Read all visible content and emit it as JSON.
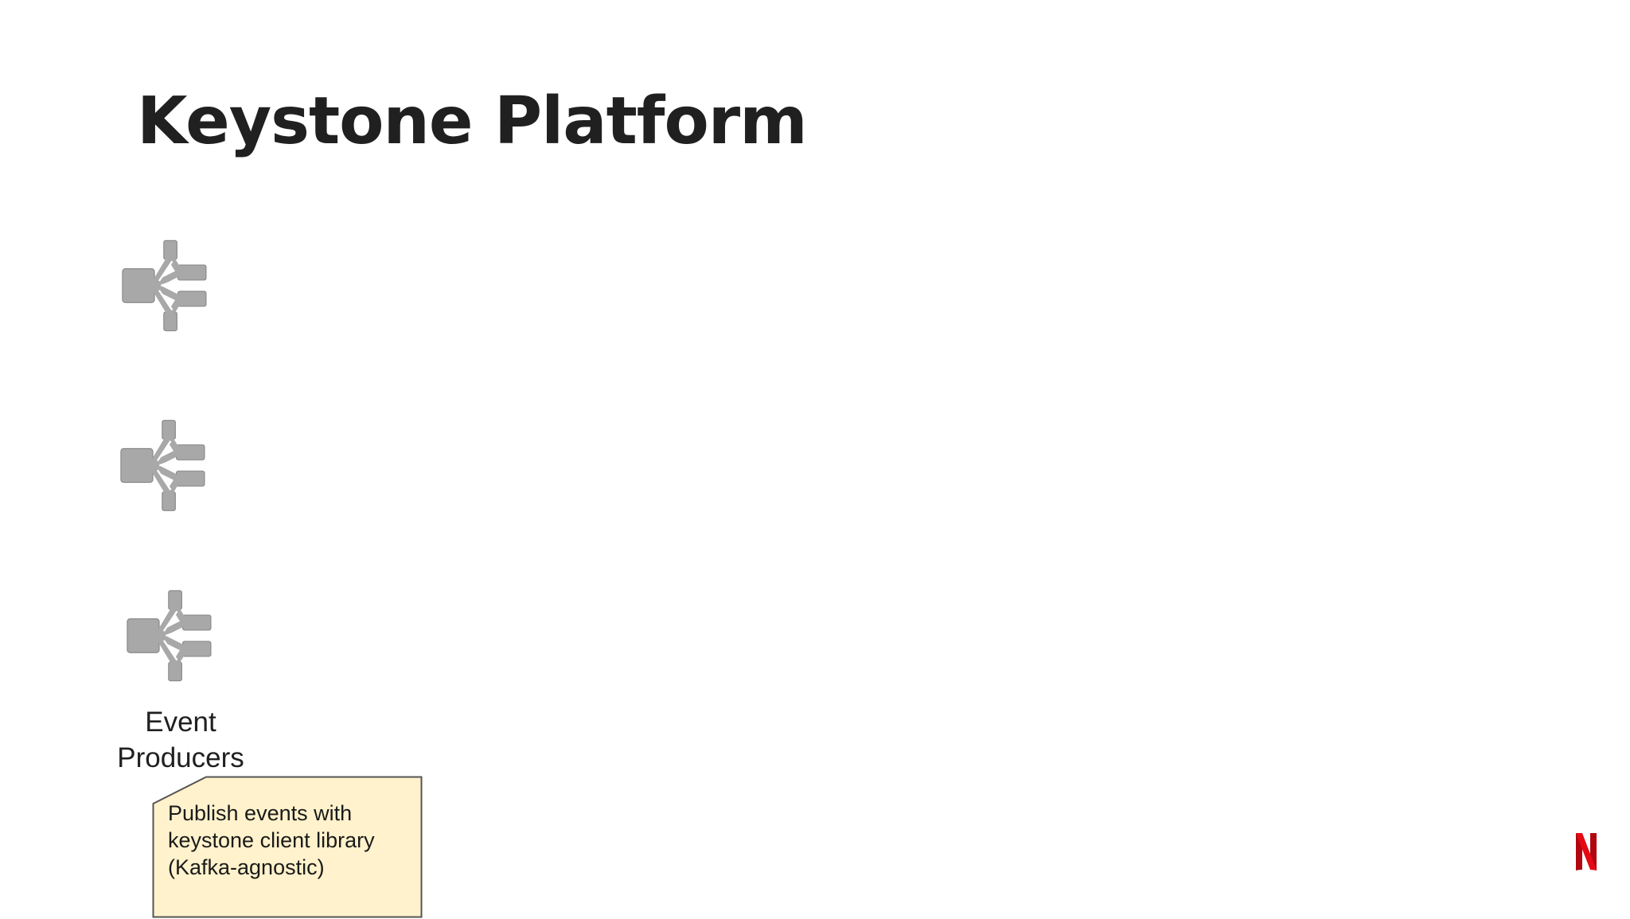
{
  "slide": {
    "title": "Keystone Platform"
  },
  "diagram": {
    "producer_icon": "event-producer-icon",
    "producer_count": 3,
    "producers_label_line1": "Event",
    "producers_label_line2": "Producers",
    "callout": {
      "lines": [
        "Publish events with",
        "keystone client library",
        "(Kafka-agnostic)"
      ],
      "fill": "#FFF2CC",
      "border": "#555555"
    }
  },
  "brand": {
    "logo": "netflix-n-logo",
    "color": "#E50914"
  },
  "colors": {
    "title": "#202020",
    "icon": "#a8a8a8"
  }
}
